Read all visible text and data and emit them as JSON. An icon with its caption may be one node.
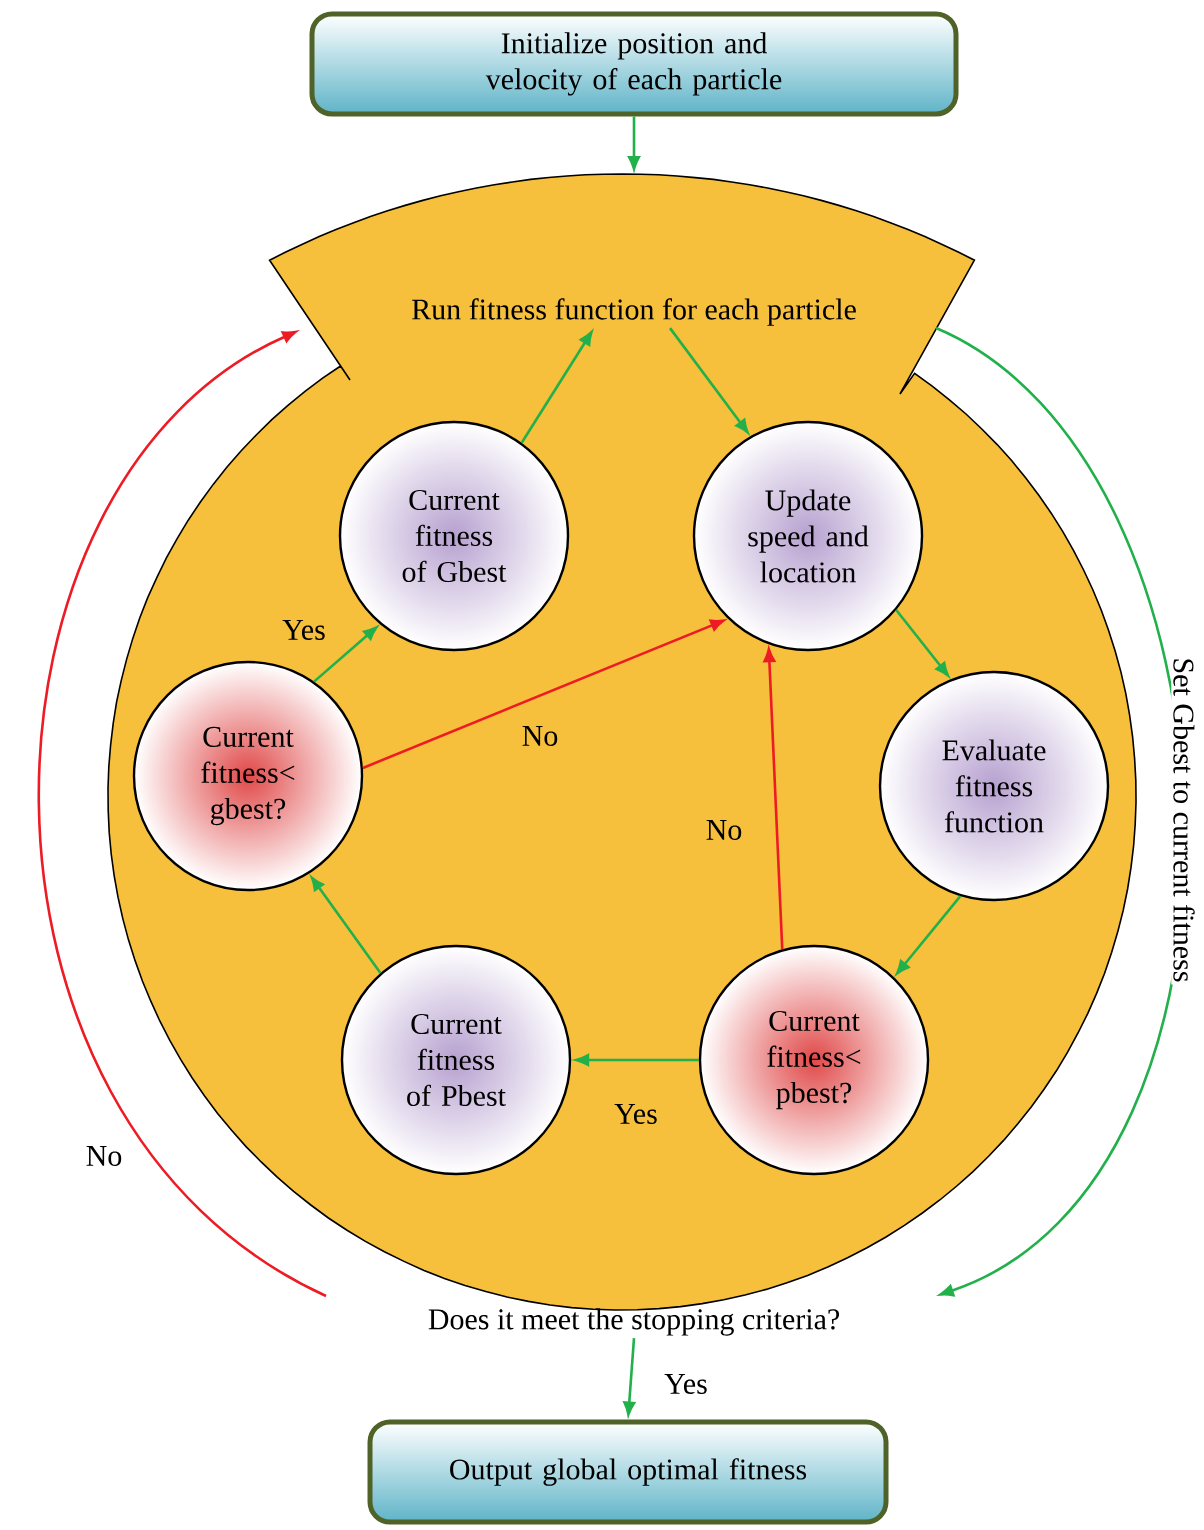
{
  "diagram": {
    "nodes": [
      {
        "text": [
          "Initialize position and velocity of each particle"
        ]
      },
      {
        "text": [],
        "shape": "vase"
      },
      {
        "text": [
          "Run fitness function for each particle"
        ],
        "in": 1
      },
      {
        "text": [
          "Current fitness of Gbest"
        ],
        "in": 1
      },
      {
        "text": [
          "Update speed and location"
        ],
        "in": 1
      },
      {
        "text": [
          "Evaluate fitness function"
        ],
        "in": 1
      },
      {
        "text": [
          "Current fitness< pbest?"
        ],
        "in": 1
      },
      {
        "text": [
          "Current fitness of Pbest"
        ],
        "in": 1
      },
      {
        "text": [
          "Current fitness< gbest?"
        ],
        "in": 1
      },
      {
        "text": [
          "Does it meet the stopping criteria?"
        ]
      },
      {
        "text": [
          "Output global optimal fitness"
        ]
      }
    ],
    "edges": [
      {
        "from": 0,
        "to": 1,
        "arrow": "to"
      },
      {
        "from": 2,
        "to": 4,
        "arrow": "to"
      },
      {
        "from": 4,
        "to": 5,
        "arrow": "to"
      },
      {
        "from": 5,
        "to": 6,
        "arrow": "to"
      },
      {
        "from": 6,
        "to": 7,
        "arrow": "to",
        "label": "Yes"
      },
      {
        "from": 7,
        "to": 8,
        "arrow": "to"
      },
      {
        "from": 8,
        "to": 3,
        "arrow": "to",
        "label": "Yes"
      },
      {
        "from": 3,
        "to": 2,
        "arrow": "to"
      },
      {
        "from": 8,
        "to": 4,
        "arrow": "to",
        "label": "No",
        "color": "#ed1c24"
      },
      {
        "from": 6,
        "to": 4,
        "arrow": "to",
        "label": "No",
        "color": "#ed1c24"
      },
      {
        "from": 1,
        "to": 9,
        "arrow": "to",
        "label": "Set Gbest to current fitness"
      },
      {
        "from": 9,
        "to": 1,
        "arrow": "to",
        "label": "No",
        "color": "#ed1c24"
      },
      {
        "from": 9,
        "to": 10,
        "arrow": "to",
        "label": "Yes"
      }
    ]
  }
}
